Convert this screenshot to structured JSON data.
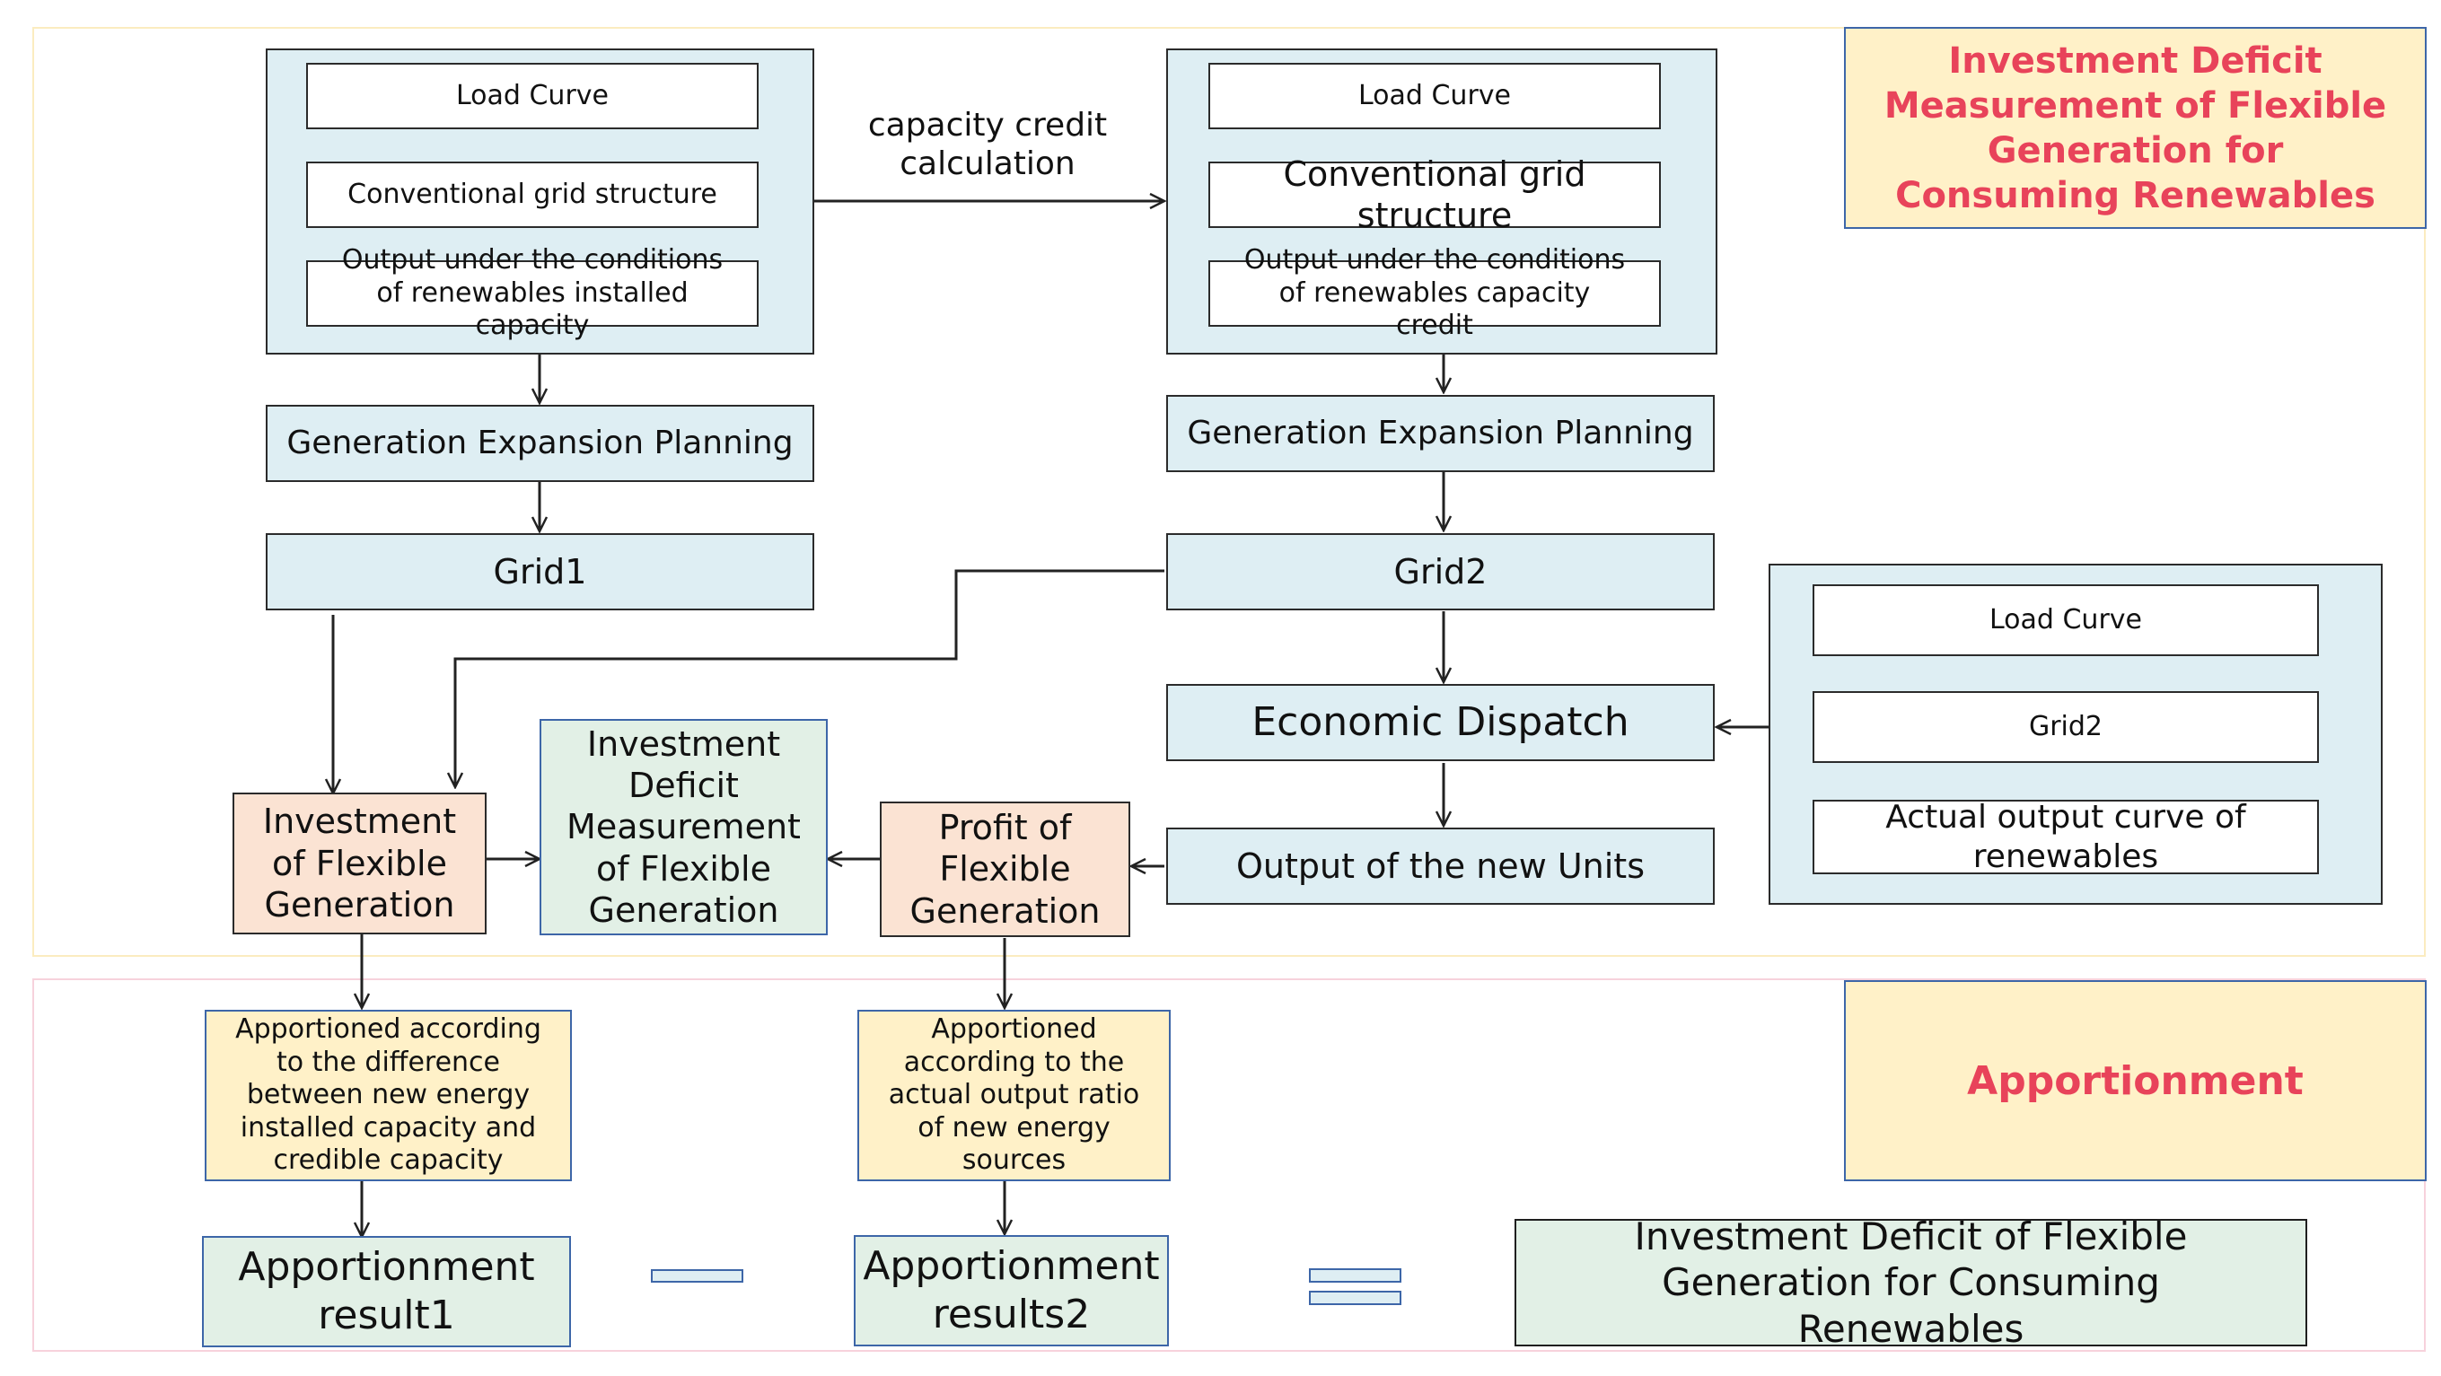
{
  "titles": {
    "top": "Investment Deficit Measurement of Flexible Generation for Consuming Renewables",
    "bottom": "Apportionment"
  },
  "left_inputs": {
    "load_curve": "Load Curve",
    "grid_structure": "Conventional grid structure",
    "output": "Output under the conditions of renewables  installed capacity"
  },
  "right_inputs": {
    "load_curve": "Load Curve",
    "grid_structure": "Conventional grid structure",
    "output": "Output under the conditions of renewables   capacity credit"
  },
  "edge_label": "capacity credit calculation",
  "left_gep": "Generation Expansion Planning",
  "right_gep": "Generation Expansion Planning",
  "grid1": "Grid1",
  "grid2": "Grid2",
  "dispatch_inputs": {
    "load_curve": "Load Curve",
    "grid2": "Grid2",
    "actual_output": "Actual output curve of renewables"
  },
  "economic_dispatch": "Economic Dispatch",
  "output_new_units": "Output of the new Units",
  "investment_flexible": "Investment of Flexible Generation",
  "deficit_measurement": "Investment Deficit Measurement of Flexible Generation",
  "profit_flexible": "Profit of Flexible Generation",
  "apportion_left": "Apportioned according to the difference between new energy installed capacity and credible capacity",
  "apportion_right": "Apportioned according to the actual output ratio of new energy sources",
  "result1": "Apportionment result1",
  "result2": "Apportionment results2",
  "final_result": "Investment Deficit  of Flexible Generation for Consuming Renewables",
  "colors": {
    "title_text": "#e8435a",
    "blue_fill": "#deeef3",
    "peach_fill": "#fbe3d3",
    "mint_fill": "#e2f0e6",
    "yellow_fill": "#fff1c8",
    "accent_border": "#3d66a8"
  }
}
